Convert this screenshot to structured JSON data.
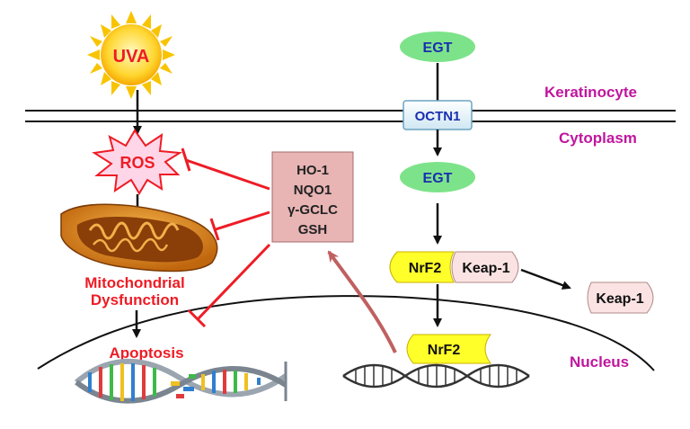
{
  "labels": {
    "uva": "UVA",
    "ros": "ROS",
    "egt_top": "EGT",
    "octn1": "OCTN1",
    "egt_mid": "EGT",
    "keratinocyte": "Keratinocyte",
    "cytoplasm": "Cytoplasm",
    "nucleus": "Nucleus",
    "mito_line1": "Mitochondrial",
    "mito_line2": "Dysfunction",
    "apoptosis": "Apoptosis",
    "nrf2_cyto": "NrF2",
    "keap1_bound": "Keap-1",
    "keap1_free": "Keap-1",
    "nrf2_nuc": "NrF2"
  },
  "enzymes": [
    "HO-1",
    "NQO1",
    "γ-GCLC",
    "GSH"
  ],
  "colors": {
    "red": "#ee1c25",
    "magenta": "#c0169e",
    "egt_fill": "#7de38a",
    "egt_text": "#1a2fb0",
    "octn1_text": "#1a2fb0",
    "nrf2_fill": "#ffff2a",
    "keap1_fill": "#fbe3e3",
    "enzyme_box_fill": "#e8b4b4",
    "feedback_arrow": "#c06060"
  }
}
